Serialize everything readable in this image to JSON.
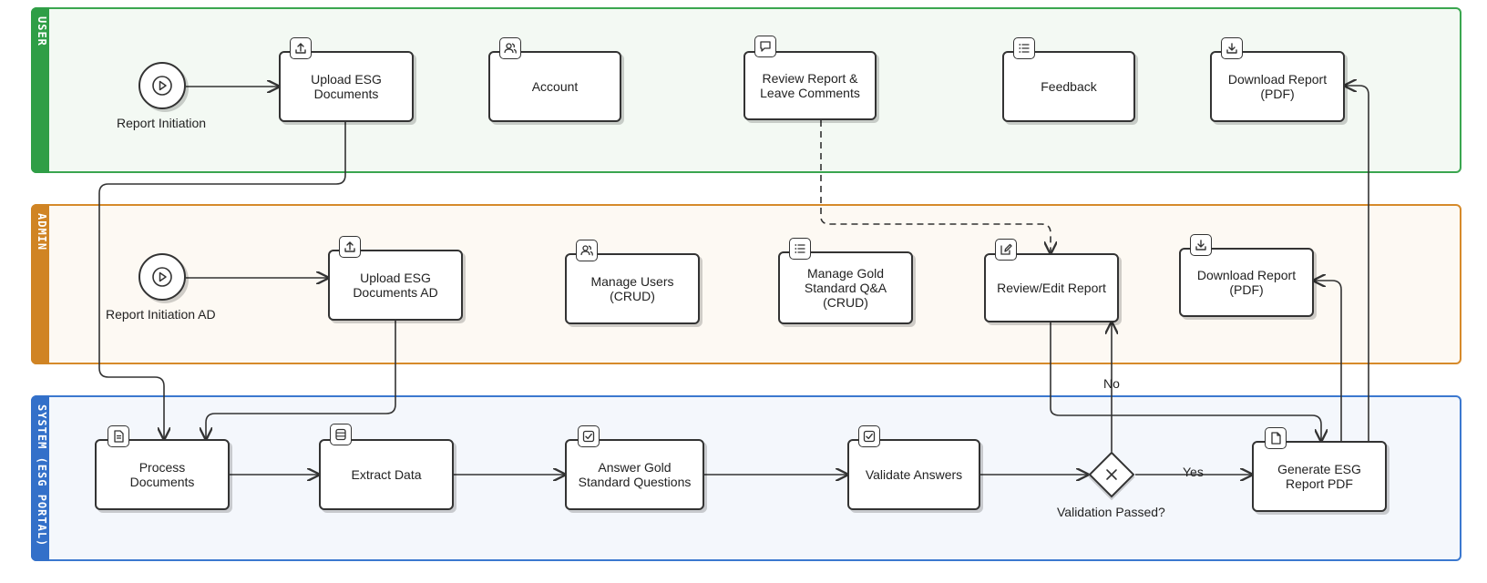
{
  "lanes": {
    "user": "USER",
    "admin": "ADMIN",
    "system": "SYSTEM (ESG PORTAL)"
  },
  "user": {
    "start_label": "Report Initiation",
    "upload": "Upload ESG\nDocuments",
    "account": "Account",
    "review": "Review Report &\nLeave Comments",
    "feedback": "Feedback",
    "download": "Download Report\n(PDF)"
  },
  "admin": {
    "start_label": "Report Initiation AD",
    "upload": "Upload ESG\nDocuments AD",
    "manage_users": "Manage Users\n(CRUD)",
    "manage_gold": "Manage Gold\nStandard Q&A\n(CRUD)",
    "review_edit": "Review/Edit Report",
    "download": "Download Report\n(PDF)"
  },
  "system": {
    "process": "Process\nDocuments",
    "extract": "Extract Data",
    "answer": "Answer Gold\nStandard Questions",
    "validate": "Validate Answers",
    "decision": "Validation Passed?",
    "generate": "Generate ESG\nReport PDF"
  },
  "edges": {
    "yes": "Yes",
    "no": "No"
  }
}
